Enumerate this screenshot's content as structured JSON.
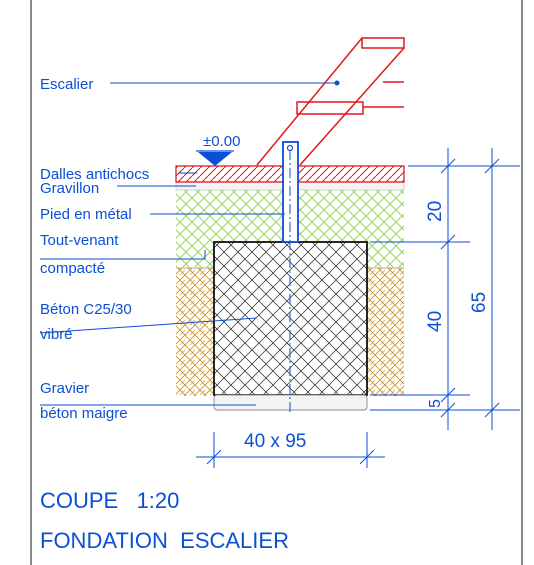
{
  "colors": {
    "annotation": "#0b4fd6",
    "stair": "#e0191c",
    "gravel_fill": "#8fd14f",
    "soil_fill": "#c8902a",
    "concrete_line": "#111111",
    "frame": "#111111",
    "gray": "#8a8a8a",
    "marker_fill": "#0b4fd6"
  },
  "labels": {
    "escalier": "Escalier",
    "level": "±0.00",
    "dalles": "Dalles antichocs",
    "gravillon": "Gravillon",
    "pied": "Pied en métal",
    "tout_venant_1": "Tout-venant",
    "tout_venant_2": "compacté",
    "beton_1": "Béton C25/30",
    "beton_2": "vibré",
    "gravier_1": "Gravier",
    "gravier_2": "béton maigre"
  },
  "dimensions": {
    "d20": "20",
    "d40": "40",
    "d5": "5",
    "d65": "65",
    "footing": "40 x 95"
  },
  "title": {
    "line1": "COUPE   1:20",
    "line2": "FONDATION  ESCALIER"
  }
}
